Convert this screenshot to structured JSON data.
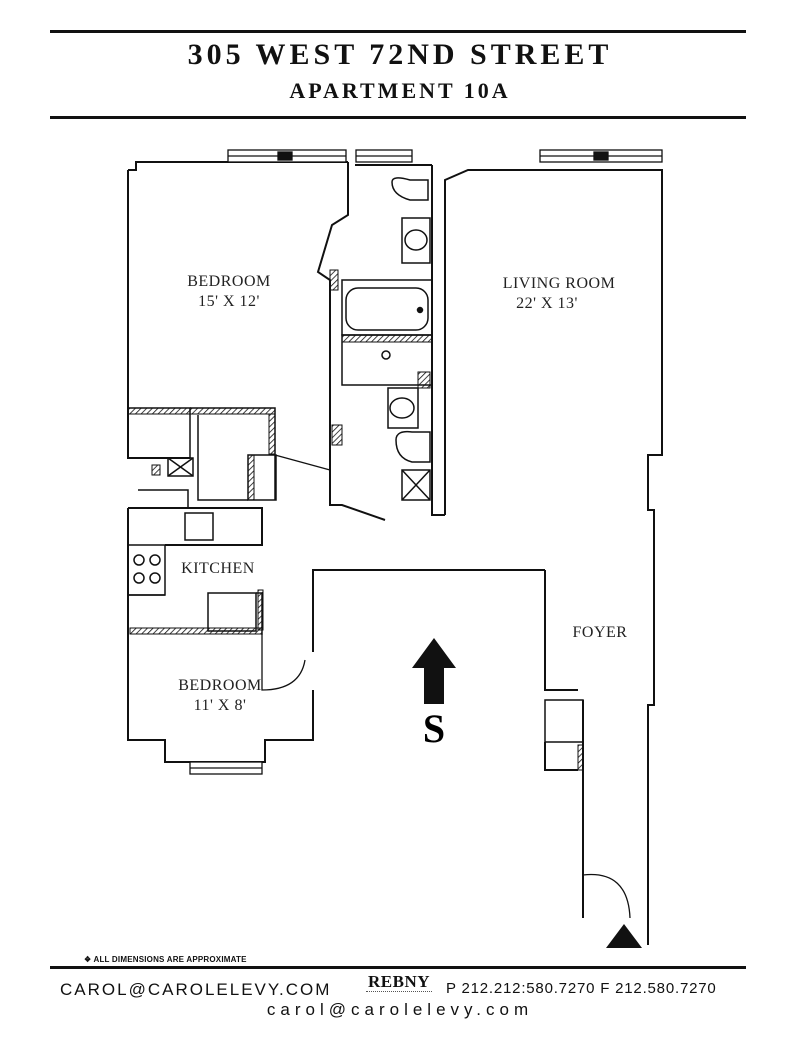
{
  "header": {
    "address": "305 WEST 72ND STREET",
    "unit": "APARTMENT 10A"
  },
  "rooms": {
    "bedroom_1": {
      "name": "BEDROOM",
      "dims": "15' X 12'"
    },
    "living_room": {
      "name": "LIVING ROOM",
      "dims": "22' X 13'"
    },
    "kitchen": {
      "name": "KITCHEN"
    },
    "bedroom_2": {
      "name": "BEDROOM",
      "dims": "11' X 8'"
    },
    "foyer": {
      "name": "FOYER"
    }
  },
  "compass": {
    "label": "S"
  },
  "footer": {
    "note": "❖ ALL DIMENSIONS ARE APPROXIMATE",
    "email": "CAROL@CAROLELEVY.COM",
    "logo": "REBNY",
    "phones": "P 212.212:580.7270 F 212.580.7270",
    "email_lower": "carol@carolelevy.com"
  },
  "icons": [
    "north-arrow-icon",
    "entrance-arrow-icon",
    "rebny-logo"
  ]
}
